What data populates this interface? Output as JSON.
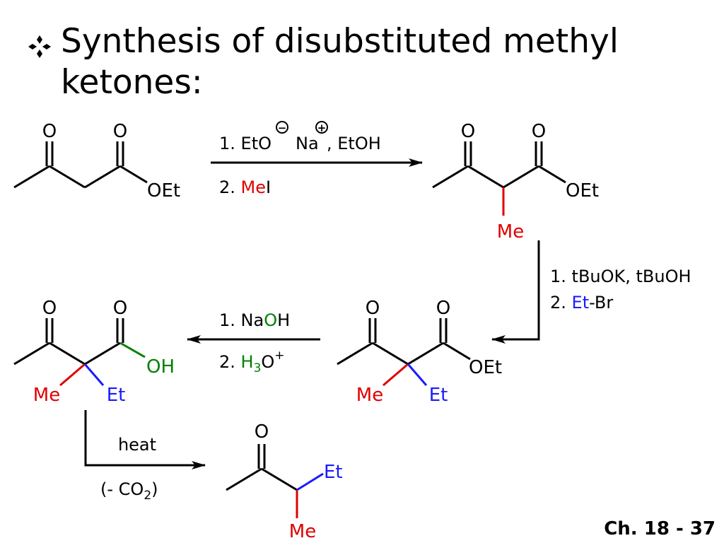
{
  "slide": {
    "bullet_icon": "four-diamond-bullet-icon",
    "title": "Synthesis of disubstituted methyl ketones:",
    "footer": "Ch. 18 - 37"
  },
  "colors": {
    "methyl": "#e00000",
    "ethyl": "#1a1aff",
    "hydroxyl": "#008000",
    "bond": "#000000"
  },
  "labels": {
    "oxygen": "O",
    "ethoxy": "OEt",
    "hydroxy": "OH",
    "methyl": "Me",
    "ethyl": "Et"
  },
  "steps": {
    "step1": {
      "line1": "1. EtO",
      "line1_na": "Na",
      "line1_tail": ", EtOH",
      "minus": "−",
      "plus": "+",
      "line2_prefix": "2. ",
      "line2_me": "Me",
      "line2_i": "I"
    },
    "step2": {
      "line1": "1. tBuOK, tBuOH",
      "line2_prefix": "2. ",
      "line2_et": "Et",
      "line2_br": "-Br"
    },
    "step3": {
      "line1_prefix": "1. Na",
      "line1_o": "O",
      "line1_h": "H",
      "line2_prefix": "2. ",
      "line2_h": "H",
      "line2_sub": "3",
      "line2_o": "O",
      "line2_plus": "+"
    },
    "step4": {
      "line1": "heat",
      "line2_open": "(- CO",
      "line2_sub": "2",
      "line2_close": ")"
    }
  }
}
